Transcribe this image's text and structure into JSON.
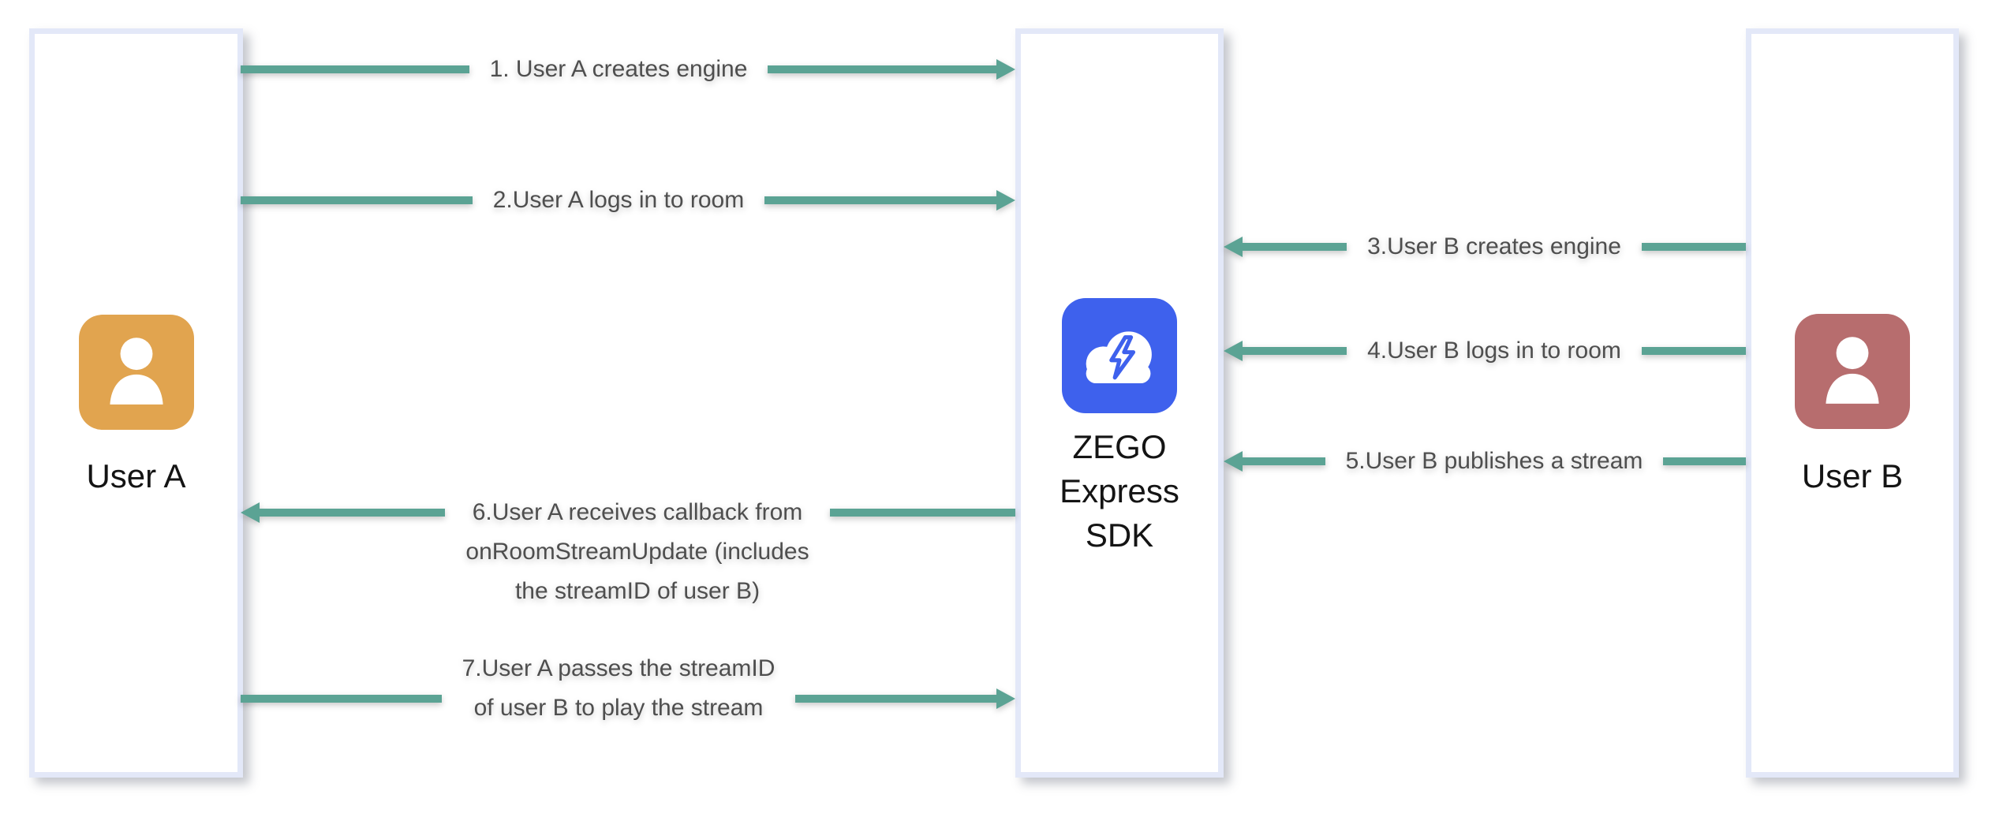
{
  "diagram": {
    "title_hidden": "",
    "lanes": [
      {
        "id": "user-a",
        "title": "User A",
        "icon": "person-icon",
        "icon_color": "#E1A44F"
      },
      {
        "id": "zego-sdk",
        "title": "ZEGO\nExpress\nSDK",
        "icon": "zego-cloud-lightning-icon",
        "icon_color": "#3E61ED"
      },
      {
        "id": "user-b",
        "title": "User B",
        "icon": "person-icon",
        "icon_color": "#B76D6E"
      }
    ],
    "arrows": [
      {
        "step": 1,
        "label": "1. User A creates engine",
        "from": "user-a",
        "to": "zego-sdk",
        "direction": "right"
      },
      {
        "step": 2,
        "label": "2.User A logs in to room",
        "from": "user-a",
        "to": "zego-sdk",
        "direction": "right"
      },
      {
        "step": 3,
        "label": "3.User B creates engine",
        "from": "user-b",
        "to": "zego-sdk",
        "direction": "left"
      },
      {
        "step": 4,
        "label": "4.User B logs in to room",
        "from": "user-b",
        "to": "zego-sdk",
        "direction": "left"
      },
      {
        "step": 5,
        "label": "5.User B publishes a stream",
        "from": "user-b",
        "to": "zego-sdk",
        "direction": "left"
      },
      {
        "step": 6,
        "label": "6.User A receives callback from\nonRoomStreamUpdate (includes\nthe streamID of user B)",
        "from": "zego-sdk",
        "to": "user-a",
        "direction": "left"
      },
      {
        "step": 7,
        "label": "7.User A passes the streamID\nof user B to play the stream",
        "from": "user-a",
        "to": "zego-sdk",
        "direction": "right"
      }
    ],
    "colors": {
      "arrow": "#5BA394",
      "lane_border": "#E3E8F8",
      "label_text": "#4E4E4E",
      "title_text": "#141414",
      "user_a_icon": "#E1A44F",
      "user_b_icon": "#B76D6E",
      "zego_icon": "#3E61ED"
    }
  }
}
